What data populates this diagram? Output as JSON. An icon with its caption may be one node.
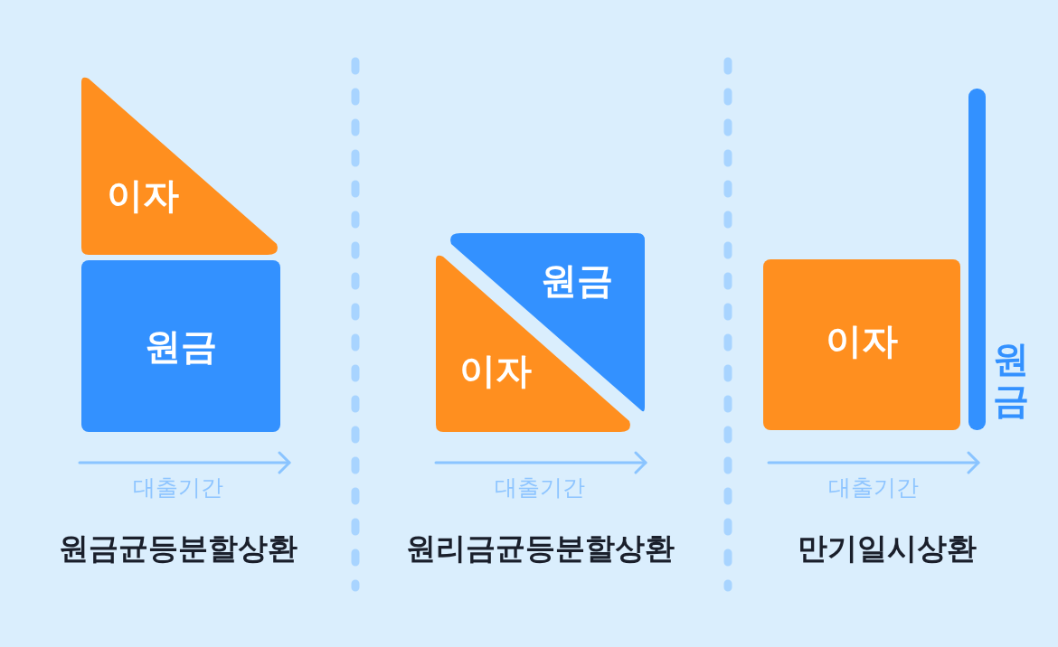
{
  "diagram": {
    "nodes": [
      {
        "text": [
          "이자"
        ]
      },
      {
        "text": [
          "원금"
        ]
      },
      {
        "text": [
          "원금"
        ]
      },
      {
        "text": [
          "이자"
        ]
      },
      {
        "text": [
          "이자"
        ]
      },
      {
        "text": [],
        "shape": "bar",
        "beside": [
          "원금"
        ]
      }
    ],
    "labels": [
      "대출기간",
      "대출기간",
      "대출기간",
      "원금균등분할상환",
      "원리금균등분할상환",
      "만기일시상환"
    ]
  }
}
